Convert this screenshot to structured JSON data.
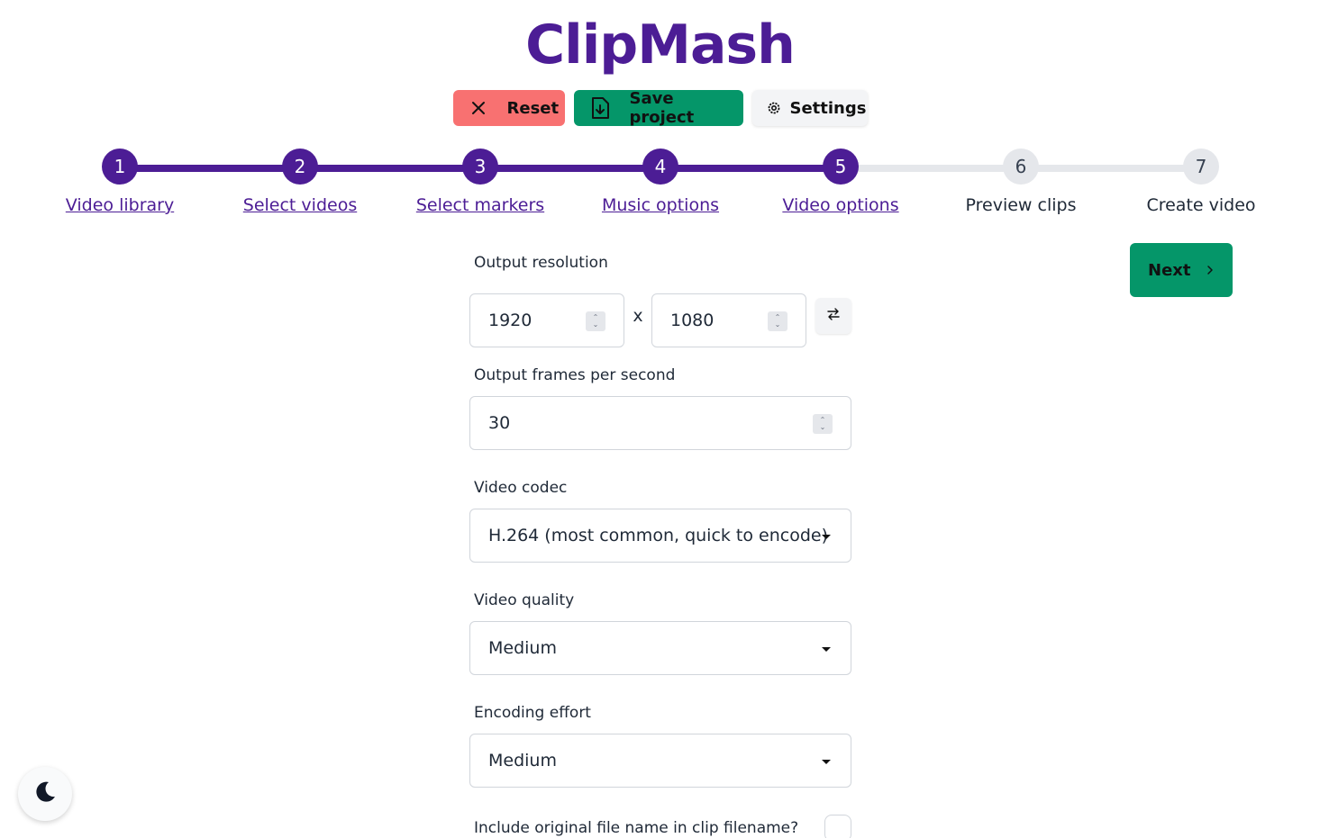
{
  "app": {
    "title": "ClipMash"
  },
  "toolbar": {
    "reset_label": "Reset",
    "save_label": "Save project",
    "settings_label": "Settings"
  },
  "steps": [
    {
      "number": "1",
      "label": "Video library",
      "state": "done"
    },
    {
      "number": "2",
      "label": "Select videos",
      "state": "done"
    },
    {
      "number": "3",
      "label": "Select markers",
      "state": "done"
    },
    {
      "number": "4",
      "label": "Music options",
      "state": "done"
    },
    {
      "number": "5",
      "label": "Video options",
      "state": "current"
    },
    {
      "number": "6",
      "label": "Preview clips",
      "state": "todo"
    },
    {
      "number": "7",
      "label": "Create video",
      "state": "todo"
    }
  ],
  "next_label": "Next",
  "form": {
    "resolution": {
      "label": "Output resolution",
      "width": "1920",
      "height": "1080",
      "separator": "x"
    },
    "fps": {
      "label": "Output frames per second",
      "value": "30"
    },
    "codec": {
      "label": "Video codec",
      "value": "H.264 (most common, quick to encode)"
    },
    "quality": {
      "label": "Video quality",
      "value": "Medium"
    },
    "effort": {
      "label": "Encoding effort",
      "value": "Medium"
    },
    "include_filename": {
      "label": "Include original file name in clip filename?",
      "checked": false
    }
  },
  "colors": {
    "primary": "#4c1d95",
    "success": "#059669",
    "danger": "#f87171"
  },
  "icons": {
    "reset": "x-icon",
    "save": "file-download-icon",
    "settings": "gear-icon",
    "next": "chevron-right-icon",
    "swap": "swap-arrows-icon",
    "theme": "moon-icon"
  }
}
